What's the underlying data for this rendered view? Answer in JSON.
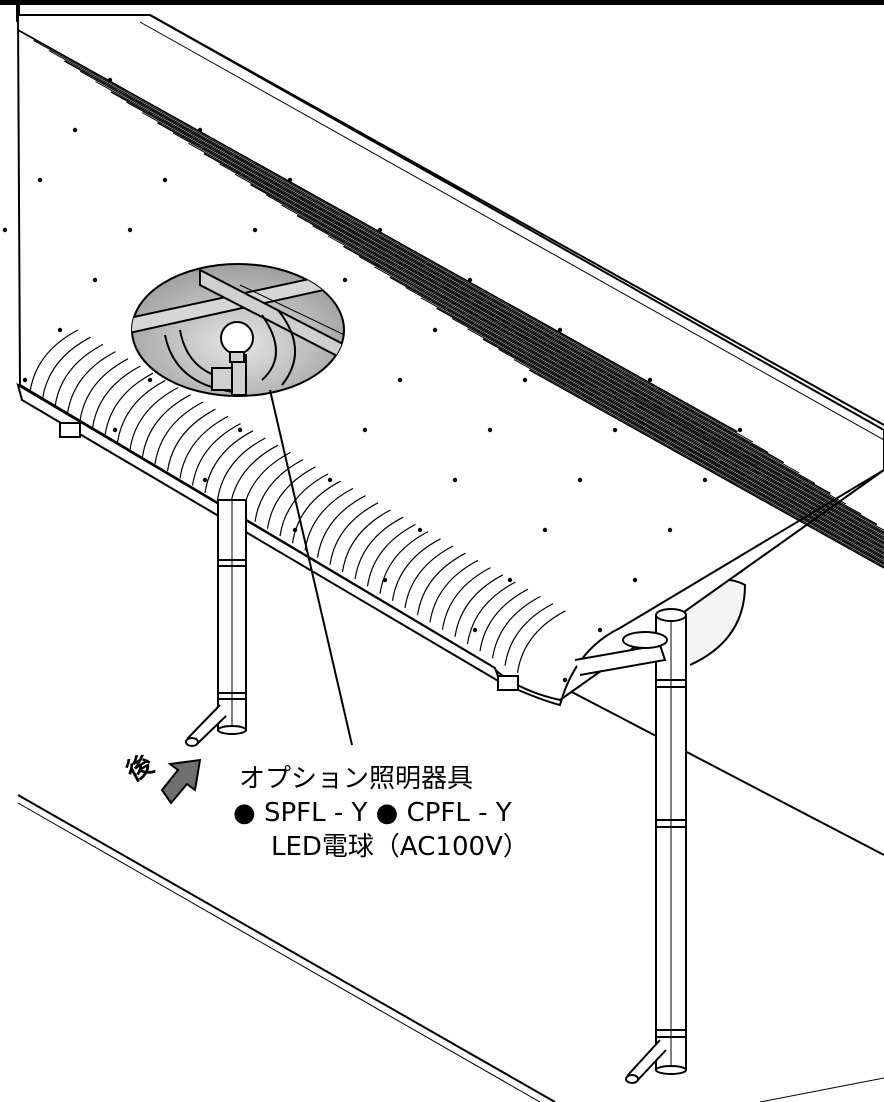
{
  "callout": {
    "line1": "オプション照明器具",
    "line2": "● SPFL - Y ● CPFL - Y",
    "line3": "LED電球（AC100V）"
  },
  "direction_label": "後",
  "colors": {
    "line": "#000000",
    "roof_fill": "#ffffff",
    "shade": "#bdbdbd",
    "shade_dark": "#8a8a8a",
    "arrow": "#707070",
    "floor": "#ffffff"
  },
  "icons": {
    "arrow": "arrow-up-right-icon",
    "bulb": "light-bulb-icon"
  }
}
